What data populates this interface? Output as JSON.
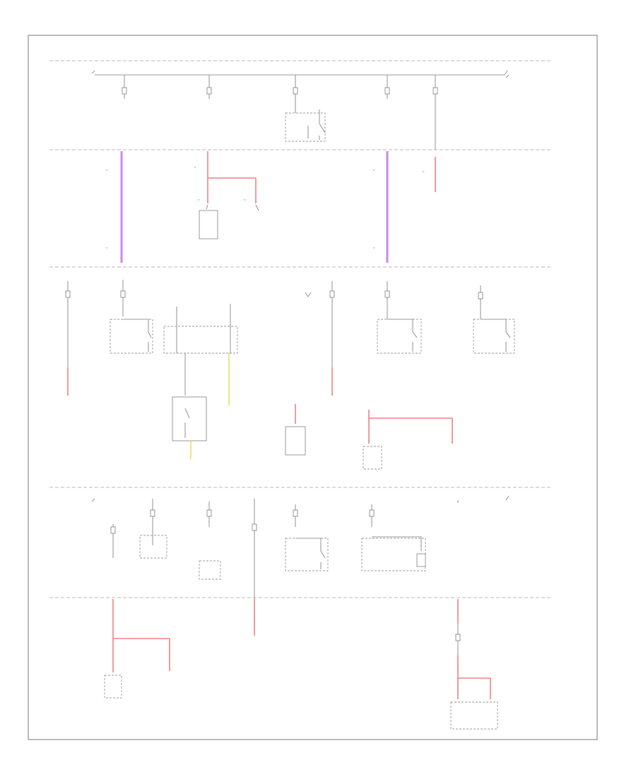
{
  "diagram": {
    "figure_code": "",
    "rows": [
      {
        "id": "row1",
        "left_label": [
          "",
          "",
          ""
        ],
        "right_labels": [
          "",
          "",
          "",
          ""
        ],
        "fuses": [
          {
            "id": "r1f1",
            "text": [
              "",
              ""
            ]
          },
          {
            "id": "r1f2",
            "text": [
              "",
              ""
            ]
          },
          {
            "id": "r1f3",
            "text": [
              "",
              ""
            ]
          },
          {
            "id": "r1f4",
            "text": [
              "",
              ""
            ]
          },
          {
            "id": "r1f5",
            "text": [
              "",
              ""
            ]
          }
        ],
        "switch_label": [
          "",
          "",
          "",
          ""
        ],
        "end_label": [
          "",
          "",
          ""
        ]
      }
    ],
    "connectors": {
      "c1": "",
      "c2": "",
      "c3": "",
      "c4": "",
      "c5": "",
      "c6": "",
      "c7": "",
      "c8": "",
      "c9": "",
      "c10": "",
      "c11": "",
      "c12": ""
    },
    "components": {
      "row2": [
        "",
        "",
        ""
      ],
      "row3": [
        "",
        "",
        "",
        "",
        "",
        "",
        ""
      ],
      "row4": [
        "",
        "",
        "",
        "",
        "",
        ""
      ],
      "row5": [
        "",
        "",
        "",
        "",
        ""
      ]
    },
    "colors": {
      "red_wire": "#f08080",
      "purple_wire": "#cc88ee",
      "yellow_wire": "#e8e066",
      "line_gray": "#9a9a9a"
    }
  }
}
